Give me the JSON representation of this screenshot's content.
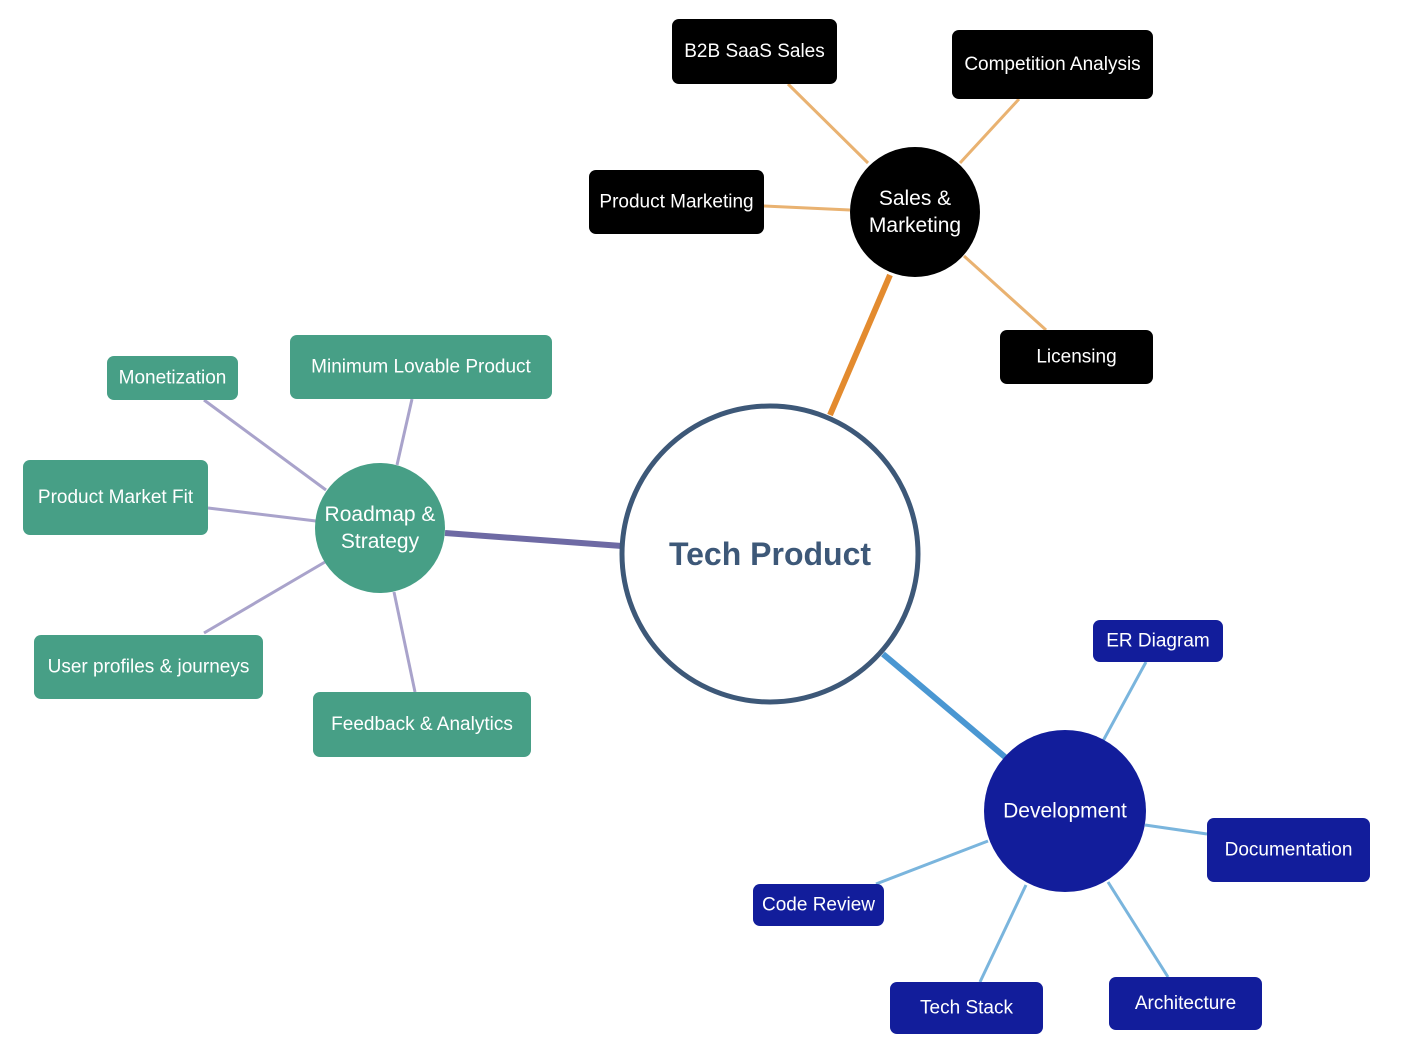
{
  "mindmap": {
    "root": {
      "label": "Tech Product",
      "border_color": "#3d5878",
      "text_color": "#3d5878"
    },
    "branches": [
      {
        "id": "sales",
        "label_lines": [
          "Sales &",
          "Marketing"
        ],
        "fill": "#000000",
        "main_edge_color": "#e38b2f",
        "leaf_edge_color": "#e9b271",
        "leaves": [
          "B2B SaaS Sales",
          "Competition Analysis",
          "Product Marketing",
          "Licensing"
        ]
      },
      {
        "id": "roadmap",
        "label_lines": [
          "Roadmap &",
          "Strategy"
        ],
        "fill": "#479f86",
        "main_edge_color": "#6e6aa4",
        "leaf_edge_color": "#a9a3cb",
        "leaves": [
          "Monetization",
          "Minimum Lovable Product",
          "Product Market Fit",
          "User profiles & journeys",
          "Feedback & Analytics"
        ]
      },
      {
        "id": "development",
        "label_lines": [
          "Development"
        ],
        "fill": "#121d9b",
        "main_edge_color": "#4a97d2",
        "leaf_edge_color": "#7ab5dd",
        "leaves": [
          "ER Diagram",
          "Documentation",
          "Code Review",
          "Tech Stack",
          "Architecture"
        ]
      }
    ]
  }
}
